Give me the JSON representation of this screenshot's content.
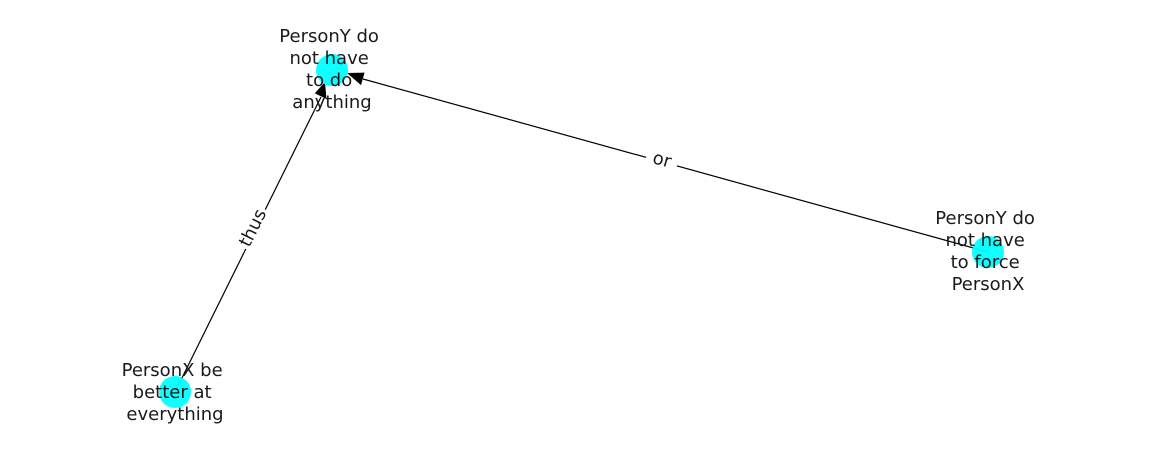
{
  "diagram": {
    "node_color": "#00ffff",
    "edge_color": "#000000",
    "nodes": [
      {
        "id": "n1",
        "label_lines": [
          "PersonY do",
          "not have",
          "to do",
          "anything"
        ]
      },
      {
        "id": "n2",
        "label_lines": [
          "PersonY do",
          "not have",
          "to force",
          "PersonX"
        ]
      },
      {
        "id": "n3",
        "label_lines": [
          "PersonX be",
          "better at",
          "everything"
        ]
      }
    ],
    "edges": [
      {
        "from": "n3",
        "to": "n1",
        "label": "thus"
      },
      {
        "from": "n2",
        "to": "n1",
        "label": "or"
      }
    ]
  }
}
